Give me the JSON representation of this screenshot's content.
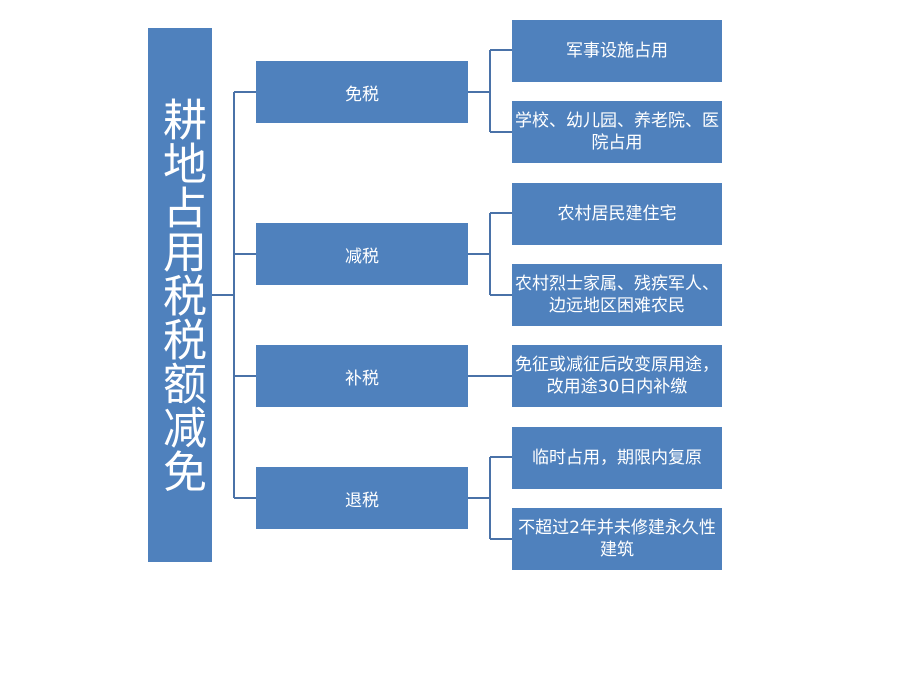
{
  "root": "耕地占用税税额减免",
  "categories": [
    {
      "label": "免税",
      "items": [
        "军事设施占用",
        "学校、幼儿园、养老院、医院占用"
      ]
    },
    {
      "label": "减税",
      "items": [
        "农村居民建住宅",
        "农村烈士家属、残疾军人、边远地区困难农民"
      ]
    },
    {
      "label": "补税",
      "items": [
        "免征或减征后改变原用途，改用途30日内补缴"
      ]
    },
    {
      "label": "退税",
      "items": [
        "临时占用，期限内复原",
        "不超过2年并未修建永久性建筑"
      ]
    }
  ],
  "colors": {
    "box": "#4f81bd",
    "connector": "#4a72a8",
    "text": "#ffffff"
  }
}
